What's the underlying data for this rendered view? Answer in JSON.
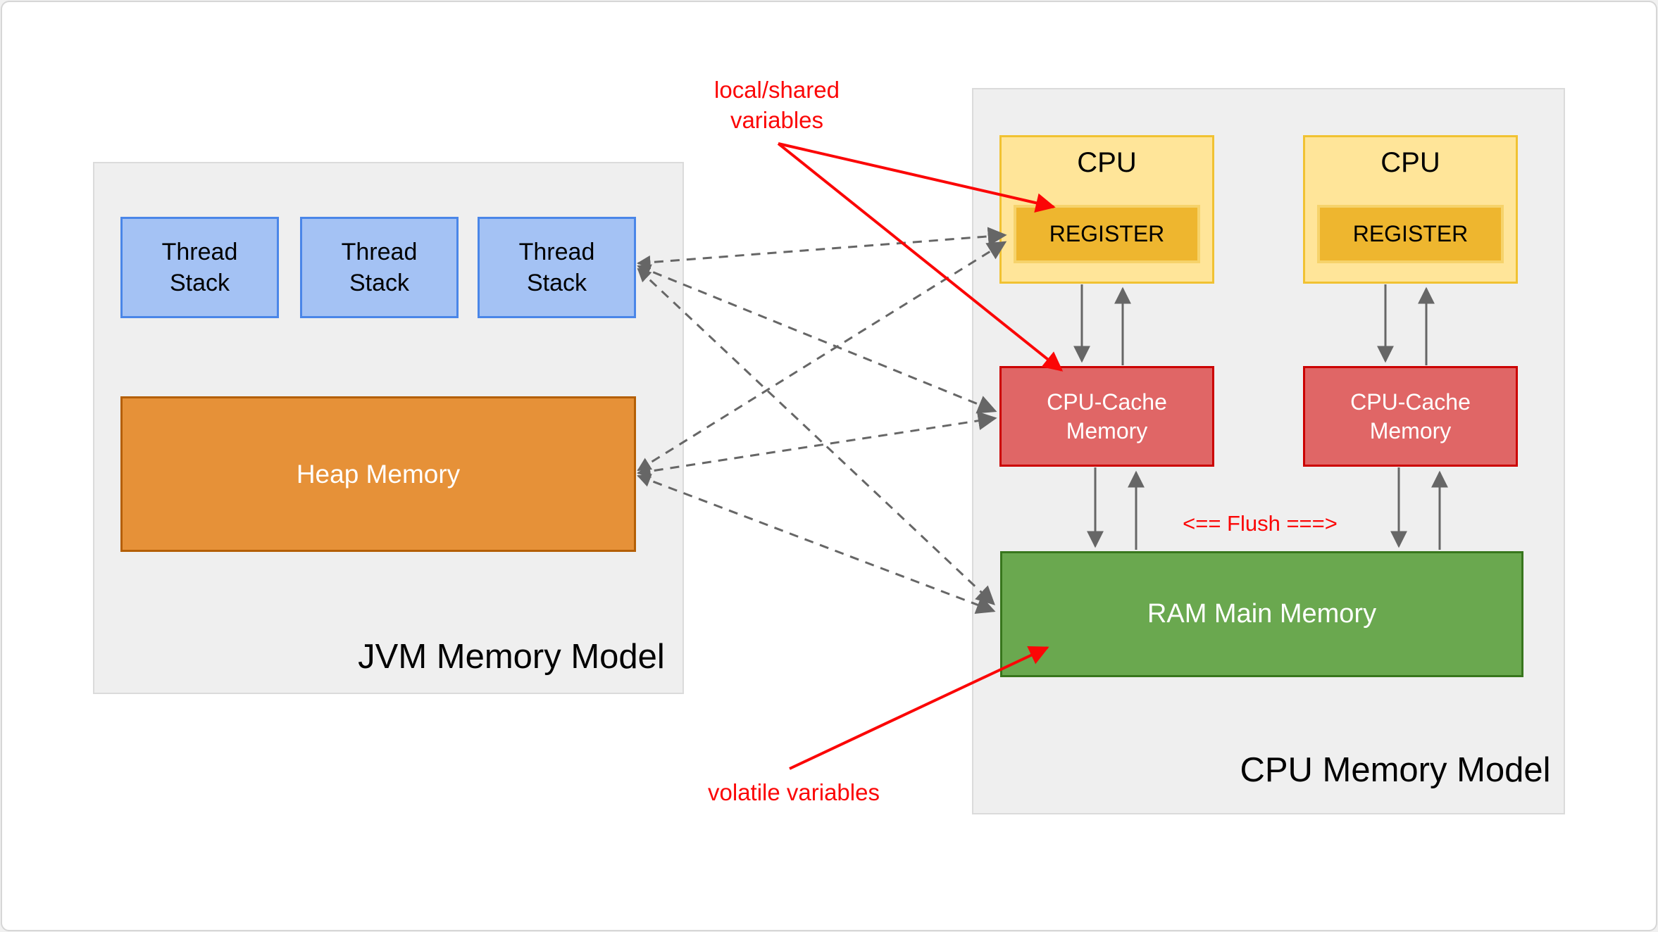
{
  "jvm": {
    "title": "JVM Memory Model",
    "thread_stacks": [
      "Thread\nStack",
      "Thread\nStack",
      "Thread\nStack"
    ],
    "heap_label": "Heap Memory"
  },
  "cpu": {
    "title": "CPU Memory Model",
    "units": [
      {
        "label": "CPU",
        "register_label": "REGISTER",
        "cache_label": "CPU-Cache\nMemory"
      },
      {
        "label": "CPU",
        "register_label": "REGISTER",
        "cache_label": "CPU-Cache\nMemory"
      }
    ],
    "ram_label": "RAM Main Memory",
    "flush_label": "<== Flush ===>"
  },
  "annotations": {
    "local_shared": "local/shared\nvariables",
    "volatile": "volatile variables"
  },
  "colors": {
    "container_fill": "#efefef",
    "container_border": "#dbdbdb",
    "thread_fill": "#a4c2f4",
    "thread_border": "#4a86e8",
    "heap_fill": "#e69138",
    "heap_border": "#b45f06",
    "cpu_fill": "#ffe599",
    "cpu_border": "#f1c232",
    "register_fill": "#eeb62f",
    "register_border": "#f6d36b",
    "cache_fill": "#e06666",
    "cache_border": "#cc0000",
    "ram_fill": "#6aa84f",
    "ram_border": "#38761d",
    "connector": "#666666",
    "annotation": "#fb0606"
  }
}
